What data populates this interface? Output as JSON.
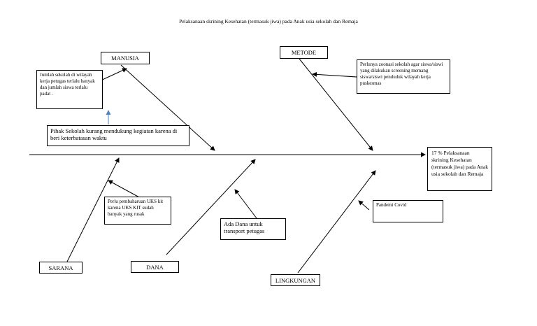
{
  "title": "Pelaksanaan skrining Kesehatan  (termasuk  jiwa) pada Anak usia sekolah dan Remaja",
  "categories": {
    "manusia": "MANUSIA",
    "metode": "METODE",
    "sarana": "SARANA",
    "dana": "DANA",
    "lingkungan": "LINGKUNGAN"
  },
  "causes": {
    "manusia_1": "Jumlah sekolah di wilayah kerja petugas terlalu banyak dan jumlah siswa terlalu padat .",
    "manusia_2": "Pihak Sekolah kurang mendukung kegiatan karena di beri keterbatasan waktu",
    "metode_1": "Perlunya zoonasi sekolah agar siswa/siswi  yang dilakukan screening   memang siswa/siswi penduduk wilayah kerja puskesmas",
    "sarana_1": "Perlu pembaharuan UKS kit  karena UKS KIT sudah banyak yang rusak",
    "dana_1": "Ada Dana untuk transport petugas",
    "lingkungan_1": "Pandemi Covid"
  },
  "effect": "17 %  Pelaksanaan skrining Kesehatan (termasuk  jiwa) pada Anak usia sekolah  dan Remaja",
  "colors": {
    "line": "#000000",
    "accent_arrow": "#4a86c5"
  }
}
